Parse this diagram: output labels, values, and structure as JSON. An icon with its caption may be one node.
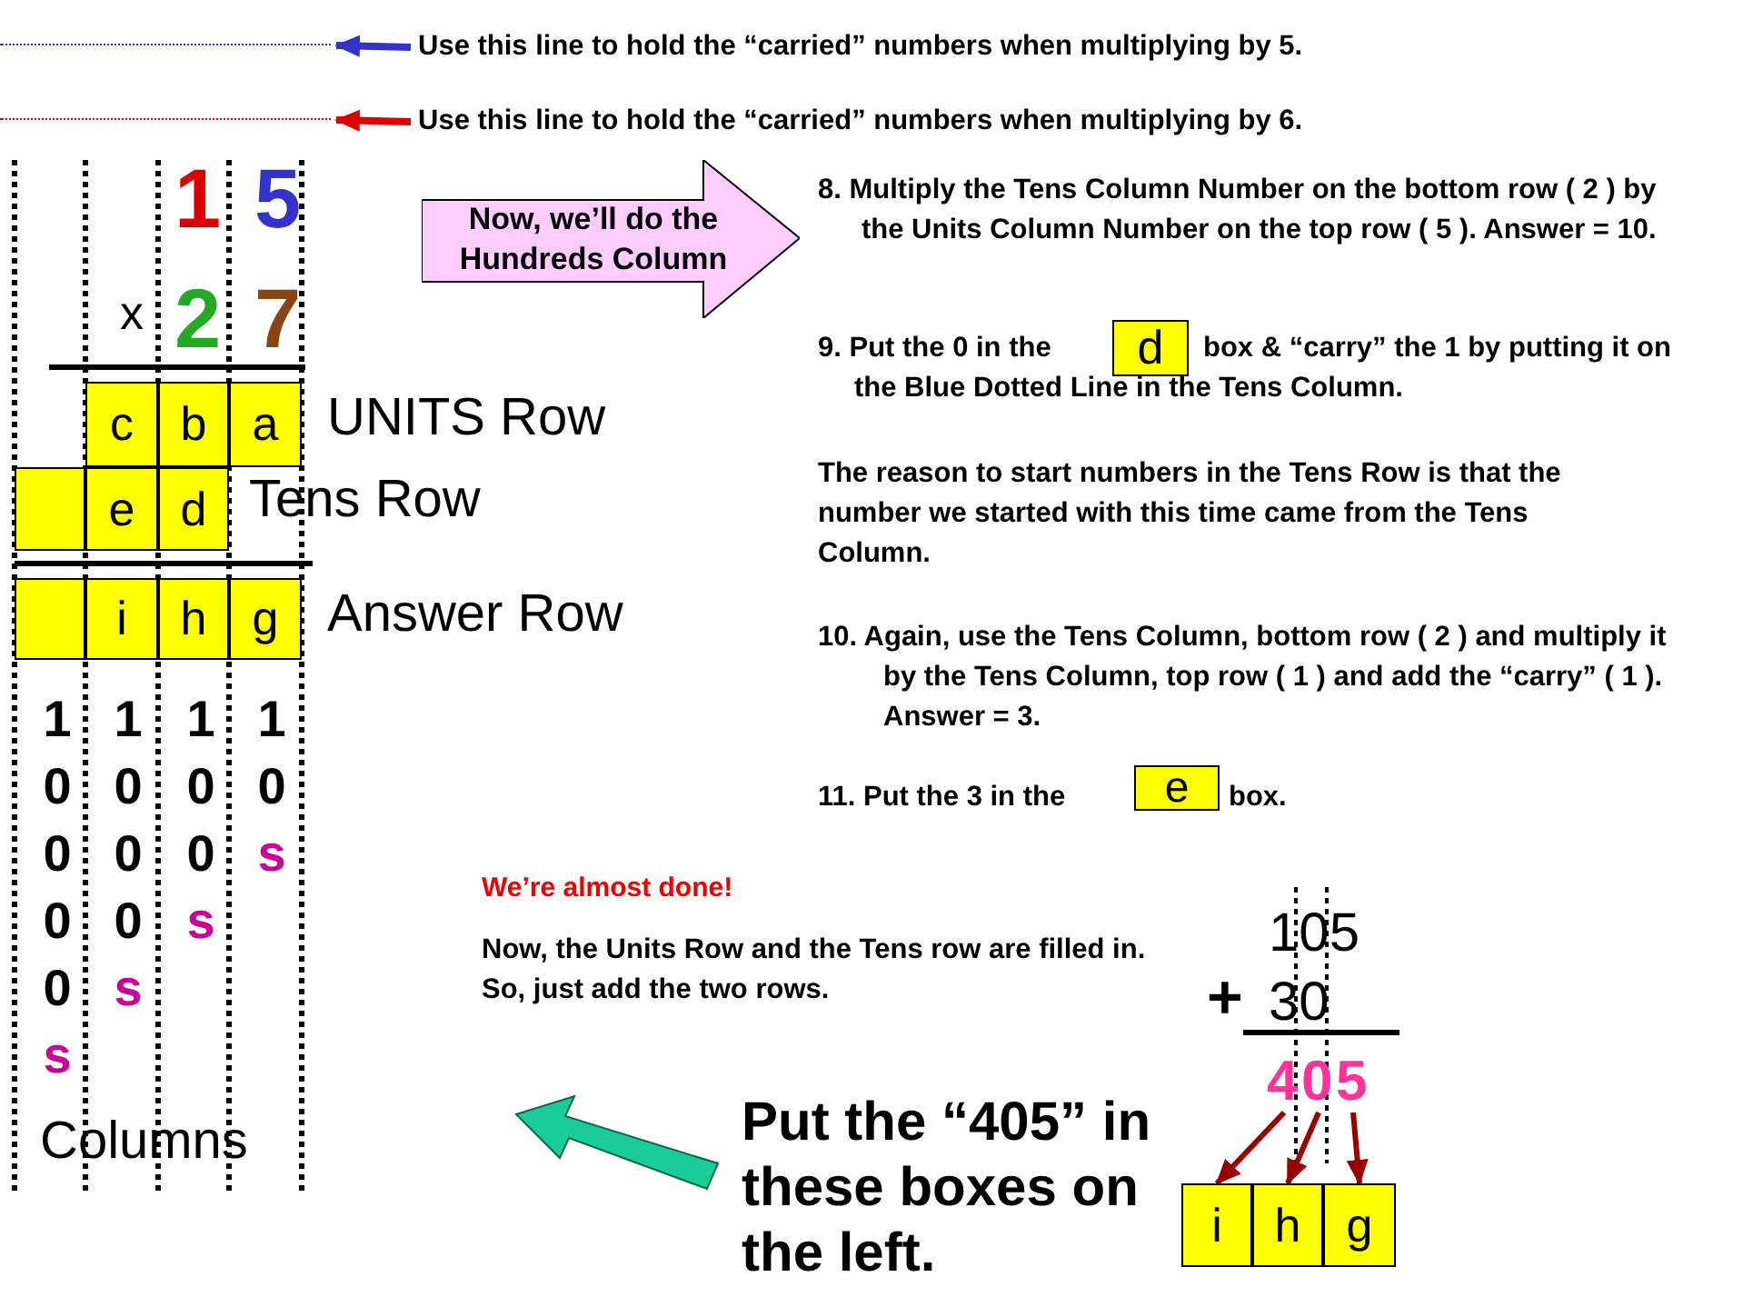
{
  "diagram": {
    "nodes": [
      {
        "text": [
          "Use this line to hold the “carried” numbers when multiplying by 5."
        ]
      },
      {
        "text": [],
        "shape": "line"
      },
      {
        "text": [
          "Use this line to hold the “carried” numbers when multiplying by 6."
        ]
      },
      {
        "text": [],
        "shape": "line"
      },
      {
        "text": [
          "c"
        ]
      },
      {
        "text": [
          "b"
        ]
      },
      {
        "text": [
          "a"
        ]
      },
      {
        "text": [],
        "shape": "box"
      },
      {
        "text": [
          "e"
        ]
      },
      {
        "text": [
          "d"
        ]
      },
      {
        "text": [],
        "shape": "box"
      },
      {
        "text": [
          "i"
        ]
      },
      {
        "text": [
          "h"
        ]
      },
      {
        "text": [
          "g"
        ]
      },
      {
        "text": [
          "Now, we’ll do the Hundreds Column"
        ]
      },
      {
        "text": [
          "d"
        ]
      },
      {
        "text": [
          "e"
        ]
      },
      {
        "text": [
          "4"
        ]
      },
      {
        "text": [
          "0"
        ]
      },
      {
        "text": [
          "5"
        ]
      },
      {
        "text": [
          "i"
        ]
      },
      {
        "text": [
          "h"
        ]
      },
      {
        "text": [
          "g"
        ]
      }
    ],
    "edges": [
      {
        "from": 0,
        "to": 1,
        "arrow": "to",
        "color": "#3333cc"
      },
      {
        "from": 2,
        "to": 3,
        "arrow": "to",
        "color": "#dd0000"
      },
      {
        "from": 17,
        "to": 20,
        "arrow": "to"
      },
      {
        "from": 18,
        "to": 21,
        "arrow": "to"
      },
      {
        "from": 19,
        "to": 22,
        "arrow": "to"
      }
    ],
    "labels": [
      "1",
      "5",
      "x",
      "2",
      "7",
      "UNITS Row",
      "Tens Row",
      "Answer Row",
      "10000s",
      "1000s",
      "100s",
      "10s",
      "Columns",
      "8. Multiply the Tens Column Number on the bottom row ( 2 ) by the Units Column Number on the top row ( 5 ). Answer = 10.",
      "9. Put the 0 in the",
      "box & “carry” the 1 by putting it on the Blue Dotted Line in the Tens Column.",
      "The reason to start numbers in the Tens Row is that the number we started with this time came from the Tens Column.",
      "10. Again, use the Tens Column, bottom row ( 2 ) and multiply it by the Tens Column, top row ( 1 ) and add the “carry” ( 1 ). Answer = 3.",
      "11. Put the 3 in the",
      "box.",
      "We’re almost done!",
      "Now, the Units Row and the Tens row are filled in. So, just add the two rows.",
      "105",
      "+",
      "30",
      "Put the “405” in these boxes on the left."
    ]
  }
}
